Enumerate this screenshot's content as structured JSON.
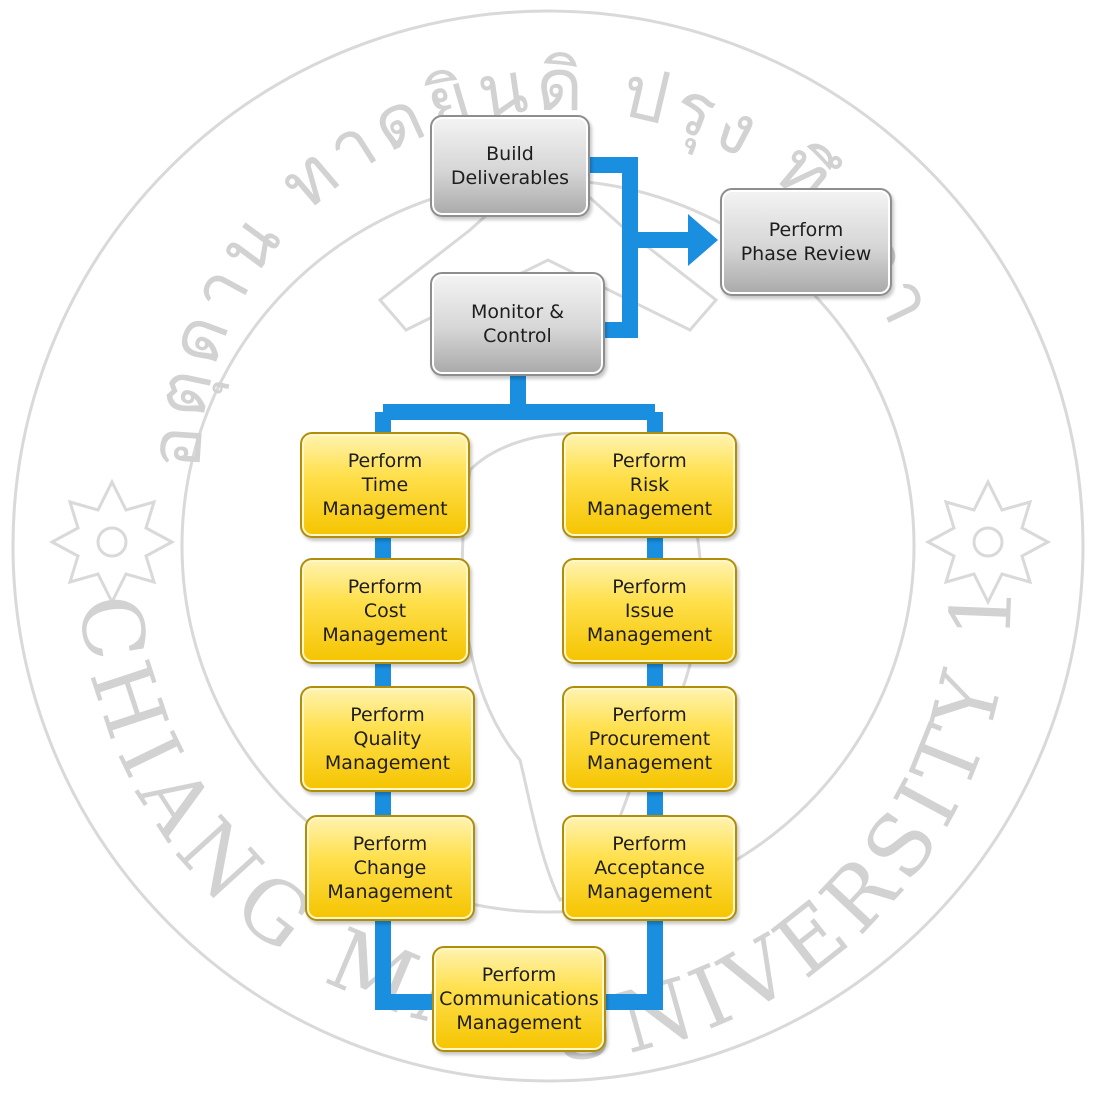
{
  "diagram": {
    "nodes": [
      {
        "id": "build-deliverables",
        "lines": [
          "Build",
          "Deliverables"
        ],
        "style": "gray"
      },
      {
        "id": "perform-phase-review",
        "lines": [
          "Perform",
          "Phase Review"
        ],
        "style": "gray"
      },
      {
        "id": "monitor-control",
        "lines": [
          "Monitor &",
          "Control"
        ],
        "style": "gray"
      },
      {
        "id": "time-management",
        "lines": [
          "Perform",
          "Time",
          "Management"
        ],
        "style": "gold"
      },
      {
        "id": "risk-management",
        "lines": [
          "Perform",
          "Risk",
          "Management"
        ],
        "style": "gold"
      },
      {
        "id": "cost-management",
        "lines": [
          "Perform",
          "Cost",
          "Management"
        ],
        "style": "gold"
      },
      {
        "id": "issue-management",
        "lines": [
          "Perform",
          "Issue",
          "Management"
        ],
        "style": "gold"
      },
      {
        "id": "quality-management",
        "lines": [
          "Perform",
          "Quality",
          "Management"
        ],
        "style": "gold"
      },
      {
        "id": "procurement-management",
        "lines": [
          "Perform",
          "Procurement",
          "Management"
        ],
        "style": "gold"
      },
      {
        "id": "change-management",
        "lines": [
          "Perform",
          "Change",
          "Management"
        ],
        "style": "gold"
      },
      {
        "id": "acceptance-management",
        "lines": [
          "Perform",
          "Acceptance",
          "Management"
        ],
        "style": "gold"
      },
      {
        "id": "communications-management",
        "lines": [
          "Perform",
          "Communications",
          "Management"
        ],
        "style": "gold"
      }
    ],
    "connector_color": "#1a8fe0"
  },
  "watermark": {
    "top_text": "อตุดาน ทาดยินดิ ปรุง ทึกดา",
    "left_text": "CHIANG MAI",
    "right_text": "UNIVERSITY 1964",
    "color": "#d2d2d2"
  }
}
